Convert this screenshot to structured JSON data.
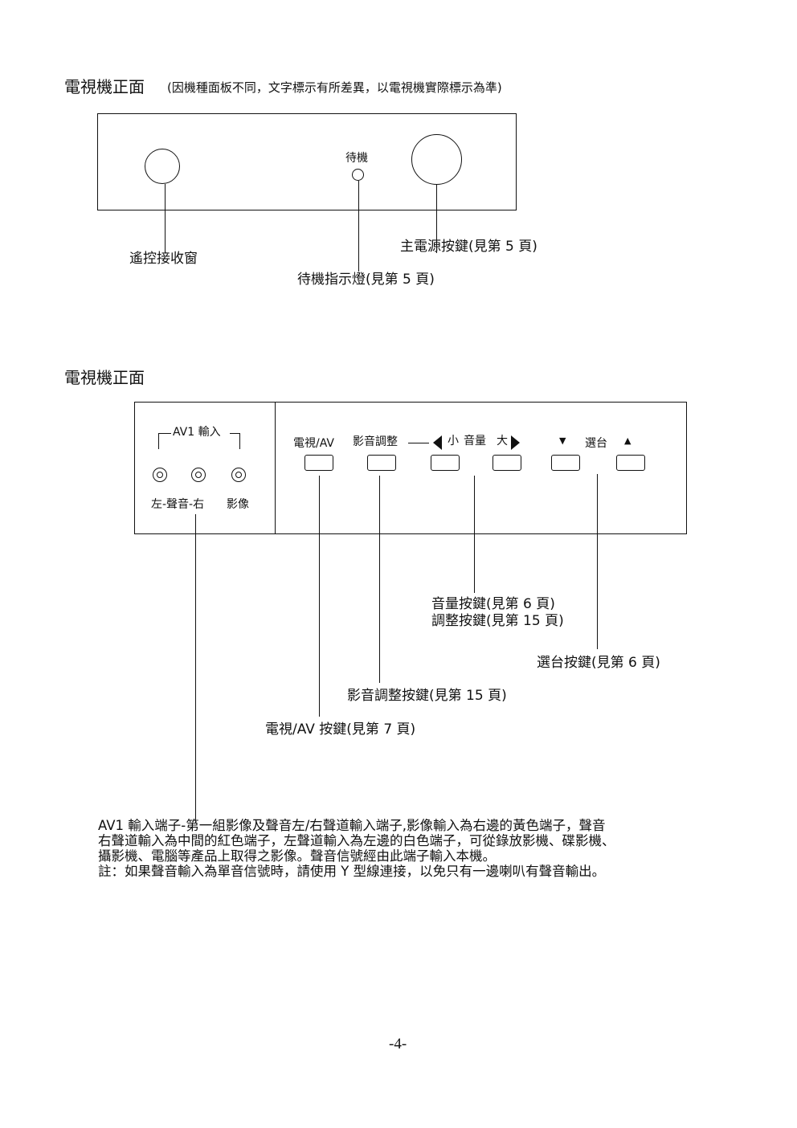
{
  "section1": {
    "title": "電視機正面",
    "note": "(因機種面板不同，文字標示有所差異，以電視機實際標示為準)",
    "panel": {
      "standby_label": "待機"
    },
    "callouts": {
      "remote_window": "遙控接收窗",
      "power_button": "主電源按鍵(見第 5 頁)",
      "standby_indicator": "待機指示燈(見第 5 頁)"
    }
  },
  "section2": {
    "title": "電視機正面",
    "panel": {
      "av1_group": "AV1 輸入",
      "jack_label_audio": "左-聲音-右",
      "jack_label_video": "影像",
      "tv_av": "電視/AV",
      "av_adjust": "影音調整",
      "volume_small": "小",
      "volume": "音量",
      "volume_large": "大",
      "channel": "選台",
      "channel_down_symbol": "▼",
      "channel_up_symbol": "▲"
    },
    "callouts": {
      "volume_key": "音量按鍵(見第 6 頁)",
      "adjust_key": "調整按鍵(見第 15 頁)",
      "channel_key": "選台按鍵(見第 6 頁)",
      "av_adjust_key": "影音調整按鍵(見第 15 頁)",
      "tv_av_key": "電視/AV 按鍵(見第 7 頁)"
    },
    "description": [
      "AV1 輸入端子-第一組影像及聲音左/右聲道輸入端子,影像輸入為右邊的黃色端子，聲音",
      "右聲道輸入為中間的紅色端子，左聲道輸入為左邊的白色端子，可從錄放影機、碟影機、",
      "攝影機、電腦等產品上取得之影像。聲音信號經由此端子輸入本機。",
      "註：如果聲音輸入為單音信號時，請使用 Y 型線連接，以免只有一邊喇叭有聲音輸出。"
    ]
  },
  "footer": {
    "page_number": "-4-"
  }
}
